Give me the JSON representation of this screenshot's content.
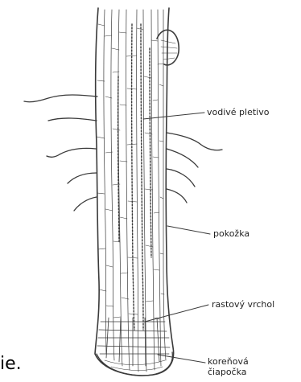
{
  "labels": {
    "vodive_pletivo": "vodivé pletivo",
    "pokozka": "pokožka",
    "rastovy_vrchol": "rastový vrchol",
    "korenova_line1": "koreňová",
    "korenova_line2": "čiapočka"
  },
  "edge_fragment": "ie.",
  "colors": {
    "ink": "#3a3a3a",
    "background": "#ffffff"
  }
}
